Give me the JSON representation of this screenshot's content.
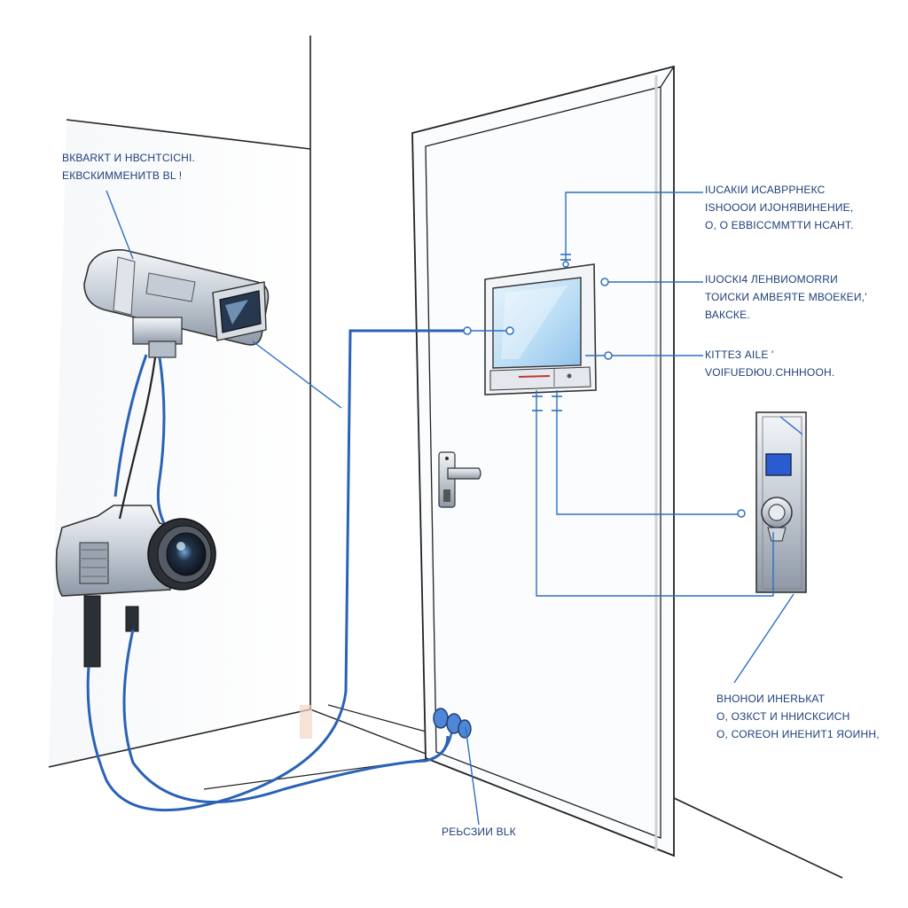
{
  "colors": {
    "callout_line": "#2f6fc0",
    "cable": "#2a62b6",
    "label_text": "#1f3f78",
    "screen_glass": "#b9dcf5",
    "keypad_display": "#2a5bd0",
    "wall_line": "#1a1a1a"
  },
  "icons": {
    "camera": "cctv-camera-icon",
    "dslr": "dslr-camera-icon",
    "monitor": "intercom-monitor-icon",
    "keypad": "access-keypad-icon",
    "handle": "door-handle-icon",
    "connector": "cable-connector-icon"
  },
  "labels": {
    "camera_callout": {
      "line1": "ВКВАRКТ И НВСНТСІСНІ.",
      "line2": "ЕКВСКИММЕНИТВ ВL !"
    },
    "monitor_top_callout": {
      "line1": "IUСАКІИ ИСАВРРНЕКС",
      "line2": "ISНОООИ ИЈОНЯВИНЕНИЕ,",
      "line3": "O, О ЕВВІСCMMТТИ НСАНТ."
    },
    "monitor_mid_callout": {
      "line1": "IUОСКІ4 ЛЕНВИОМОRRИ",
      "line2": "ТОИСКИ АМВЕЯТЕ МВОЕКЕИ,'",
      "line3": "ВАКСКЕ."
    },
    "monitor_low_callout": {
      "line1": "КІТТЕЗ АІLЕ '",
      "line2": "VОІFUЕDЮU.СНННООН."
    },
    "keypad_callout": {
      "line1": "ВНОНОИ ИНЕRЬКАТ",
      "line2": "О, ОЗКСТ И ННИСКСИСН",
      "line3": "О, СОRЕОН ИНЕНИТ1 ЯОИНН,"
    },
    "floor_callout": {
      "line1": "РЕЬСЗИИ ВLК"
    }
  }
}
